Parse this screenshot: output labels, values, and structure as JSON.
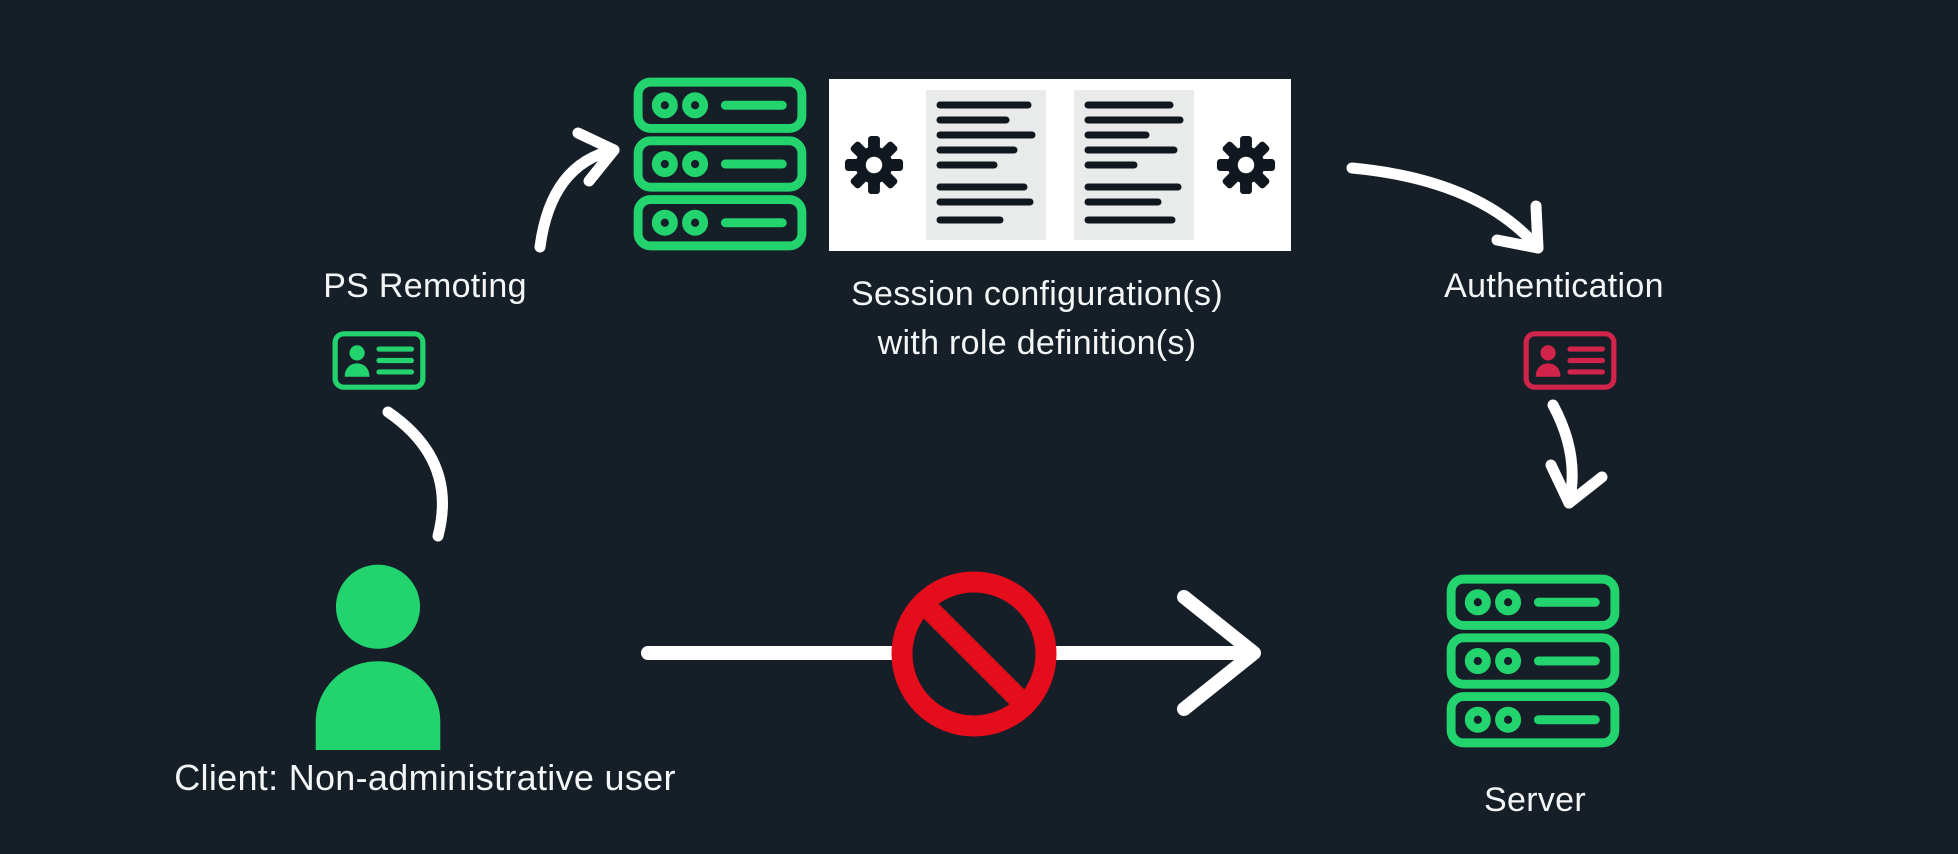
{
  "colors": {
    "background": "#161e27",
    "green": "#22d36e",
    "card_red": "#d0244a",
    "ban_red": "#e50c1c",
    "white": "#ffffff",
    "panel_bg": "#ffffff",
    "doc_bg": "#e9eaea",
    "dark": "#10171e",
    "text": "#f3f5f6"
  },
  "labels": {
    "ps_remoting": "PS Remoting",
    "session_config_line1": "Session configuration(s)",
    "session_config_line2": "with role definition(s)",
    "authentication": "Authentication",
    "client": "Client: Non-administrative user",
    "server": "Server"
  },
  "icons": {
    "endpoint_server": "server-stack-icon",
    "target_server": "server-stack-icon",
    "client_user": "user-silhouette-icon",
    "ps_remoting_credentials": "id-card-icon-green",
    "authentication_credentials": "id-card-icon-red",
    "session_configuration": "gears-and-documents-panel",
    "blocked": "no-entry-icon"
  },
  "diagram": {
    "type": "flow",
    "nodes": [
      "Client: Non-administrative user",
      "JEA endpoint (server stack)",
      "Session configuration(s) with role definition(s)",
      "Server"
    ],
    "edges": [
      {
        "from": "Client",
        "to": "JEA endpoint",
        "label": "PS Remoting"
      },
      {
        "from": "Session configuration(s)",
        "to": "Server",
        "label": "Authentication"
      },
      {
        "from": "Client",
        "to": "Server",
        "label": "blocked (no direct access)"
      }
    ]
  }
}
